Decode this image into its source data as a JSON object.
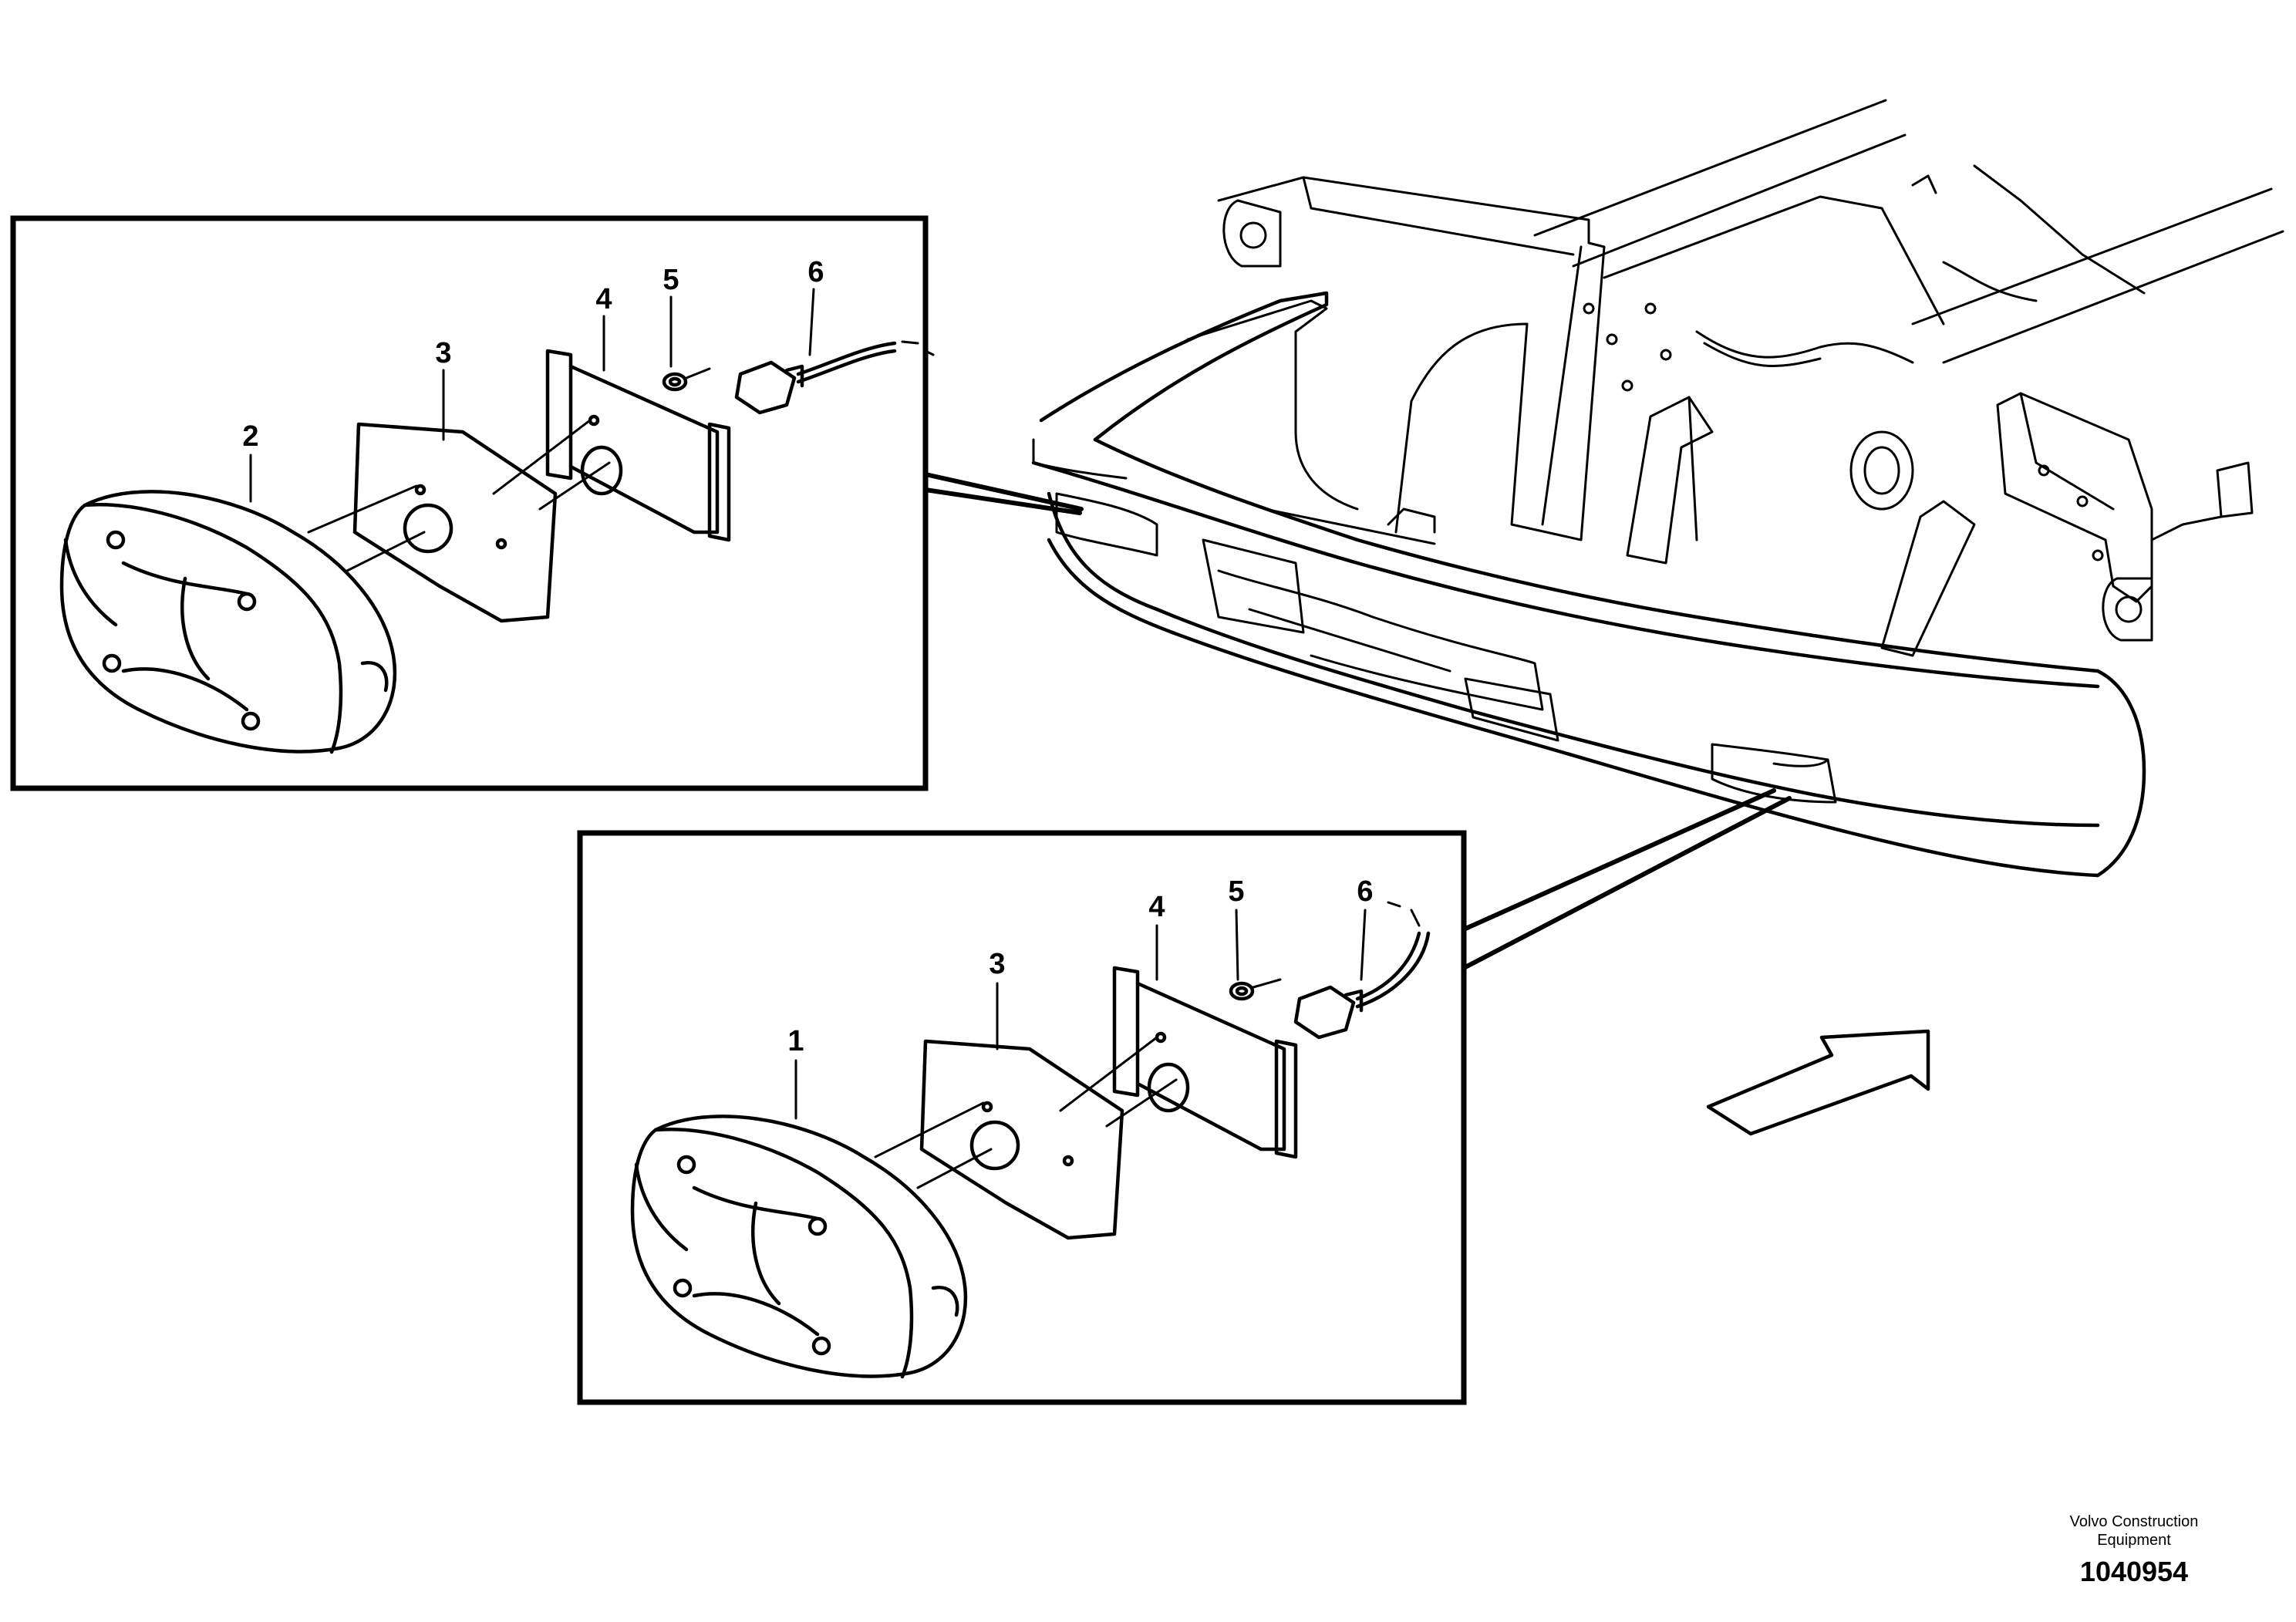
{
  "callouts": {
    "top": {
      "n2": "2",
      "n3": "3",
      "n4": "4",
      "n5": "5",
      "n6": "6"
    },
    "bottom": {
      "n1": "1",
      "n3": "3",
      "n4": "4",
      "n5": "5",
      "n6": "6"
    }
  },
  "footer": {
    "maker_line1": "Volvo Construction",
    "maker_line2": "Equipment",
    "doc_number": "1040954"
  }
}
